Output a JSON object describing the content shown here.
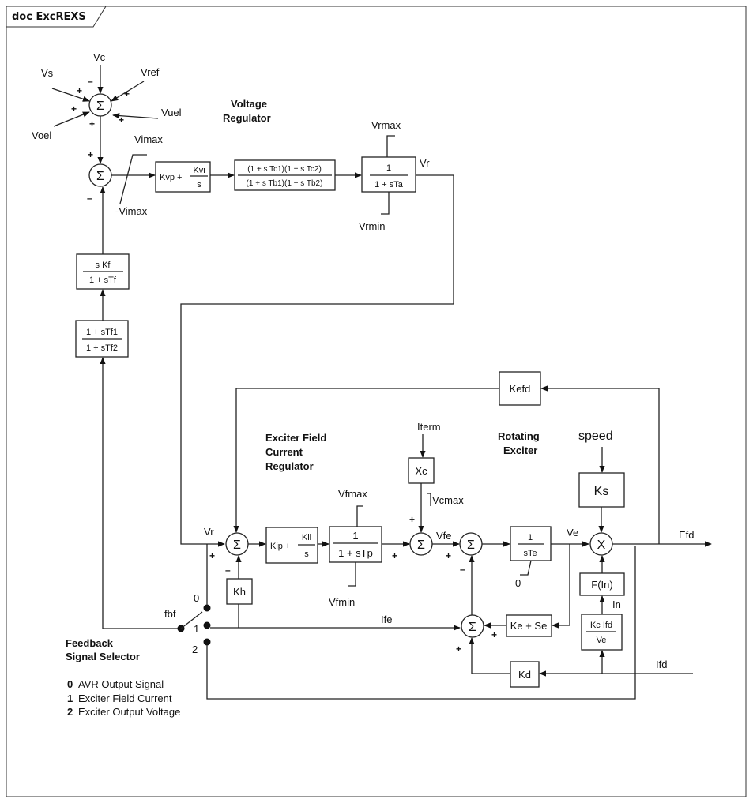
{
  "frame": {
    "tag": "doc ExcREXS"
  },
  "section_labels": {
    "voltage_regulator": [
      "Voltage",
      "Regulator"
    ],
    "exciter_field_current_regulator": [
      "Exciter Field",
      "Current",
      "Regulator"
    ],
    "rotating_exciter": [
      "Rotating",
      "Exciter"
    ]
  },
  "blocks": {
    "sum": "Σ",
    "mult": "X",
    "kvp": {
      "left": "Kvp +",
      "num": "Kvi",
      "den": "s"
    },
    "lead_lag": {
      "num": "(1 + s Tc1)(1 + s Tc2)",
      "den": "(1 + s Tb1)(1 + s Tb2)"
    },
    "ta": {
      "num": "1",
      "den": "1 + sTa"
    },
    "kf": {
      "num": "s Kf",
      "den": "1 + sTf"
    },
    "tf": {
      "num": "1 + sTf1",
      "den": "1 + sTf2"
    },
    "kefd": "Kefd",
    "kip": {
      "left": "Kip +",
      "num": "Kii",
      "den": "s"
    },
    "tp": {
      "num": "1",
      "den": "1 + sTp"
    },
    "xc": "Xc",
    "te": {
      "num": "1",
      "den": "sTe"
    },
    "ks": "Ks",
    "kh": "Kh",
    "fin": "F(In)",
    "kese": "Ke + Se",
    "kcifd": {
      "num": "Kc Ifd",
      "den": "Ve"
    },
    "kd": "Kd"
  },
  "signals": {
    "vc": "Vc",
    "vs": "Vs",
    "vref": "Vref",
    "vuel": "Vuel",
    "voel": "Voel",
    "vimax": "Vimax",
    "vimin": "-Vimax",
    "vrmax": "Vrmax",
    "vrmin": "Vrmin",
    "vr": "Vr",
    "vr2": "Vr",
    "iterm": "Iterm",
    "vcmax": "Vcmax",
    "vfmax": "Vfmax",
    "vfmin": "Vfmin",
    "vfe": "Vfe",
    "ve": "Ve",
    "zero": "0",
    "speed": "speed",
    "efd": "Efd",
    "in": "In",
    "ifd": "Ifd",
    "ife": "Ife",
    "fbf": "fbf"
  },
  "signs": {
    "plus": "+",
    "minus": "–"
  },
  "selector": {
    "title": [
      "Feedback",
      "Signal Selector"
    ],
    "options": [
      {
        "num": "0",
        "text": "AVR Output Signal"
      },
      {
        "num": "1",
        "text": "Exciter Field Current"
      },
      {
        "num": "2",
        "text": "Exciter Output Voltage"
      }
    ]
  }
}
